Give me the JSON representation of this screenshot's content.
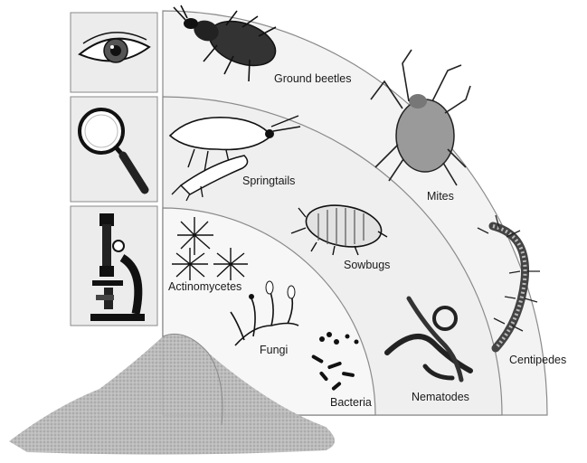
{
  "icons": [
    {
      "name": "eye-icon",
      "meaning": "naked eye"
    },
    {
      "name": "magnifying-glass-icon",
      "meaning": "hand lens"
    },
    {
      "name": "microscope-icon",
      "meaning": "microscope"
    }
  ],
  "bands": {
    "outer": {
      "labels": {
        "ground_beetles": "Ground beetles",
        "mites": "Mites",
        "centipedes": "Centipedes"
      }
    },
    "middle": {
      "labels": {
        "springtails": "Springtails",
        "sowbugs": "Sowbugs",
        "nematodes": "Nematodes"
      }
    },
    "inner": {
      "labels": {
        "actinomycetes": "Actinomycetes",
        "fungi": "Fungi",
        "bacteria": "Bacteria"
      }
    }
  },
  "colors": {
    "band_fill": "#f2f2f2",
    "band_line": "#8a8a8a",
    "soil": "#a9a9a9",
    "ink": "#1a1a1a"
  }
}
